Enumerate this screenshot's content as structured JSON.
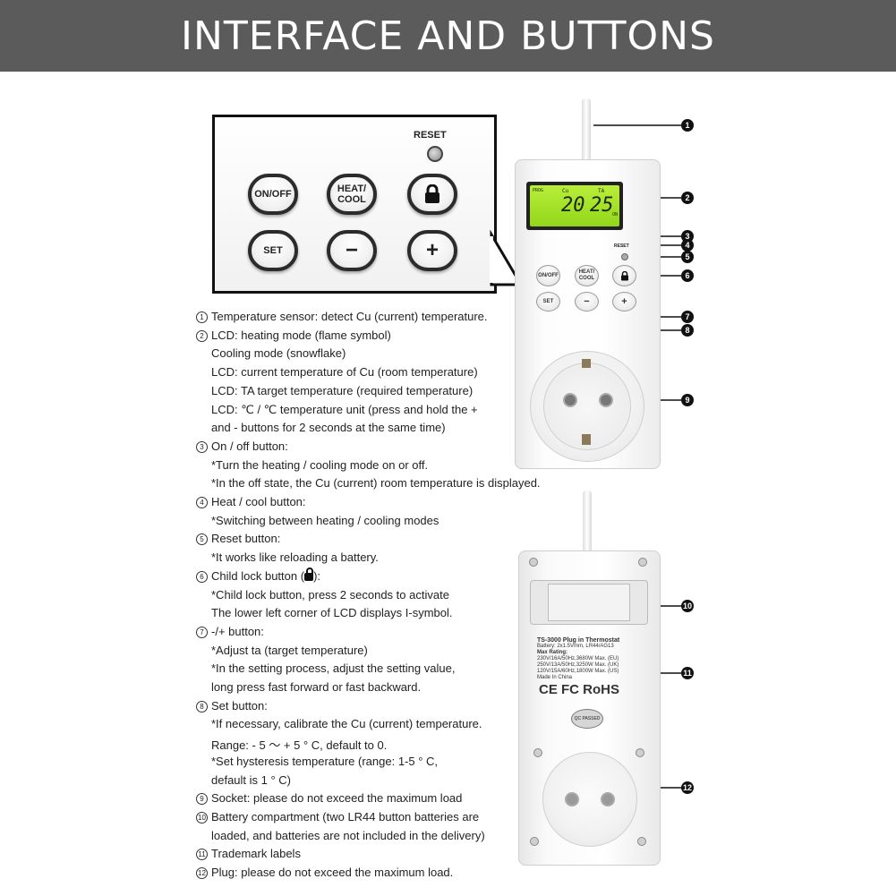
{
  "header": {
    "title": "INTERFACE AND BUTTONS"
  },
  "zoom_panel": {
    "reset_label": "RESET",
    "buttons": [
      {
        "label": "ON/OFF"
      },
      {
        "label": "HEAT/ COOL"
      },
      {
        "icon": "lock-icon"
      },
      {
        "label": "SET"
      },
      {
        "label": "−"
      },
      {
        "label": "+"
      }
    ]
  },
  "device_front": {
    "lcd": {
      "left_label": "Cu",
      "right_label": "TA",
      "left_value": "20",
      "right_value": "25",
      "mode_tag": "PROG",
      "status": "ON"
    },
    "reset_label": "RESET",
    "buttons": {
      "onoff": "ON/OFF",
      "heatcool": "HEAT/ COOL",
      "set": "SET",
      "minus": "−",
      "plus": "+"
    }
  },
  "device_back": {
    "model": "TS-3000 Plug in Thermostat",
    "battery": "Battery: 2x1.5Vmm, LR44/AG13",
    "max_rating": "Max Rating:",
    "ratings": [
      "230V/16A/50Hz,3680W Max. (EU)",
      "250V/13A/50Hz,3250W Max. (UK)",
      "120V/15A/60Hz,1800W Max. (US)"
    ],
    "origin": "Made In China",
    "marks": "CE FC RoHS",
    "qc_badge": "QC PASSED"
  },
  "callouts": [
    "1",
    "2",
    "3",
    "4",
    "5",
    "6",
    "7",
    "8",
    "9",
    "10",
    "11",
    "12"
  ],
  "descriptions": [
    {
      "num": "1",
      "text": "Temperature sensor: detect Cu (current) temperature."
    },
    {
      "num": "2",
      "text": "LCD: heating mode (flame symbol)"
    },
    {
      "num": "",
      "text": "Cooling mode (snowflake)"
    },
    {
      "num": "",
      "text": "LCD: current temperature of Cu (room temperature)"
    },
    {
      "num": "",
      "text": "LCD: TA target temperature (required temperature)"
    },
    {
      "num": "",
      "text": "LCD: ℃ / ℃ temperature unit (press and hold the +"
    },
    {
      "num": "",
      "text": "and - buttons for 2 seconds at the same time)"
    },
    {
      "num": "3",
      "text": "On / off button:"
    },
    {
      "num": "",
      "text": "*Turn the heating / cooling mode on or off."
    },
    {
      "num": "",
      "text": "*In the off state, the Cu (current) room temperature is displayed."
    },
    {
      "num": "4",
      "text": "Heat / cool button:"
    },
    {
      "num": "",
      "text": "*Switching between heating / cooling modes"
    },
    {
      "num": "5",
      "text": "Reset button:"
    },
    {
      "num": "",
      "text": "*It works like reloading a battery."
    },
    {
      "num": "6",
      "text": "Child lock button (",
      "suffix": "):"
    },
    {
      "num": "",
      "text": "*Child lock button, press 2 seconds to activate"
    },
    {
      "num": "",
      "text": "The lower left corner of LCD displays I-symbol."
    },
    {
      "num": "7",
      "text": "-/+ button:"
    },
    {
      "num": "",
      "text": "*Adjust ta (target temperature)"
    },
    {
      "num": "",
      "text": "*In the setting process, adjust the setting value,"
    },
    {
      "num": "",
      "text": " long press fast forward or fast backward."
    },
    {
      "num": "8",
      "text": "Set button:"
    },
    {
      "num": "",
      "text": "*If necessary, calibrate the Cu (current) temperature."
    },
    {
      "num": "",
      "text": "Range: - 5 ～ + 5 ° C, default to 0."
    },
    {
      "num": "",
      "text": "*Set hysteresis temperature (range: 1-5 ° C,"
    },
    {
      "num": "",
      "text": " default is 1 ° C)"
    },
    {
      "num": "9",
      "text": "Socket: please do not exceed the maximum load"
    },
    {
      "num": "10",
      "text": "Battery compartment (two LR44 button batteries are"
    },
    {
      "num": "",
      "text": "loaded, and batteries are not included in the delivery)"
    },
    {
      "num": "11",
      "text": "Trademark labels"
    },
    {
      "num": "12",
      "text": "Plug: please do not exceed the maximum load."
    }
  ]
}
